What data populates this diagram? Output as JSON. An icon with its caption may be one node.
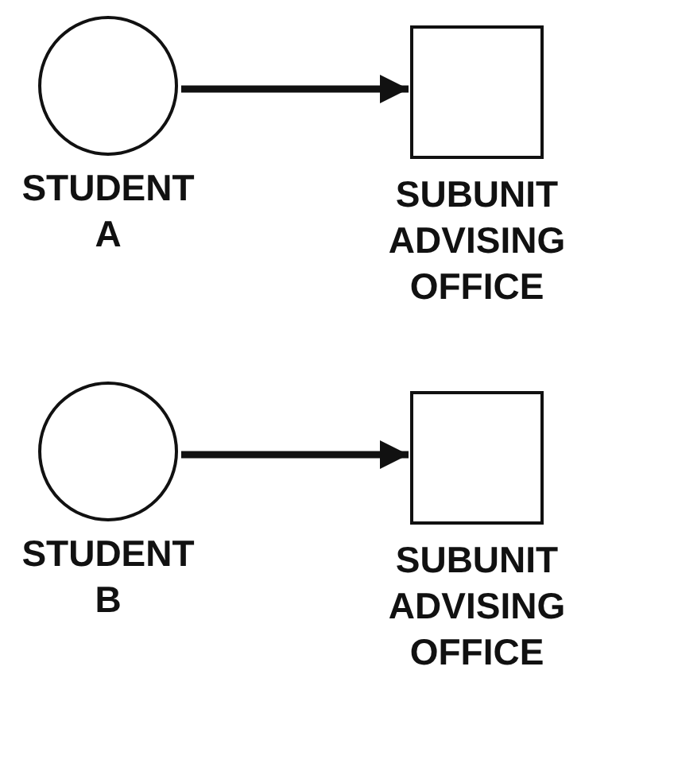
{
  "diagram": {
    "nodes": [
      {
        "text": [
          "STUDENT A"
        ]
      },
      {
        "text": [
          "SUBUNIT ADVISING OFFICE"
        ]
      },
      {
        "text": [
          "STUDENT B"
        ]
      },
      {
        "text": [
          "SUBUNIT ADVISING OFFICE"
        ]
      }
    ],
    "edges": [
      {
        "from": 0,
        "to": 1,
        "arrow": "to"
      },
      {
        "from": 2,
        "to": 3,
        "arrow": "to"
      }
    ]
  }
}
